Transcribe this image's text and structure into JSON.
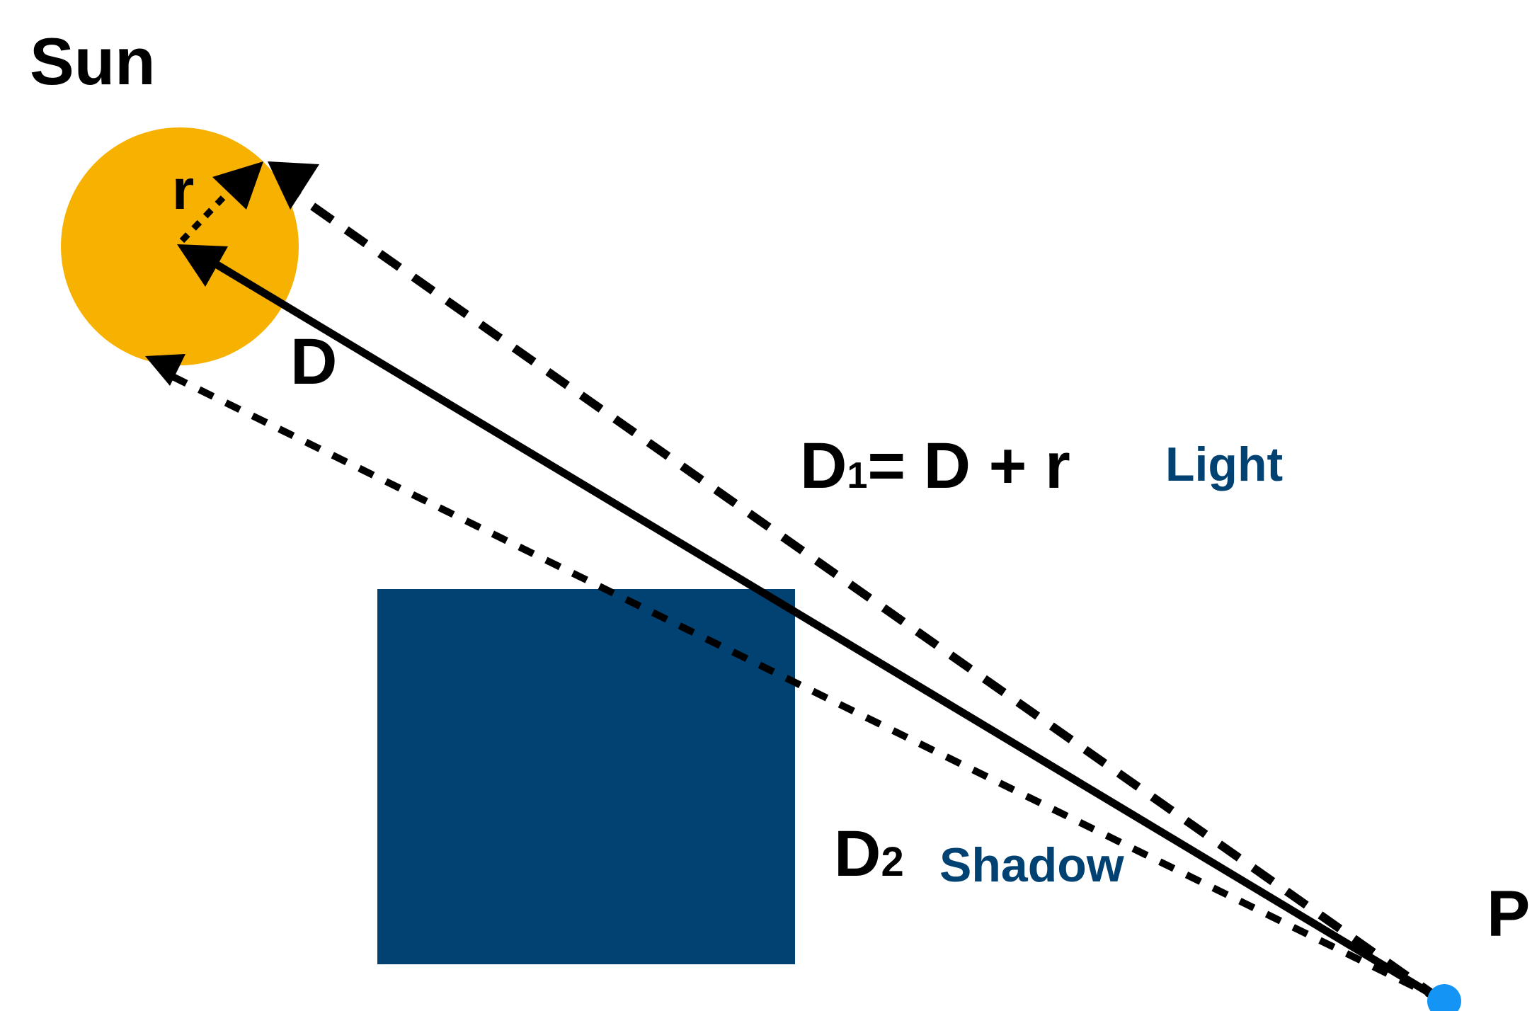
{
  "labels": {
    "sun": "Sun",
    "r": "r",
    "d": "D",
    "d1": "D",
    "d1_sub": "1",
    "formula": "= D + r",
    "light": "Light",
    "d2": "D",
    "d2_sub": "2",
    "shadow": "Shadow",
    "p": "P"
  },
  "colors": {
    "sun": "#F7B100",
    "occluder": "#024273",
    "point": "#1495F5",
    "line": "#000000",
    "label_accent": "#024273"
  }
}
